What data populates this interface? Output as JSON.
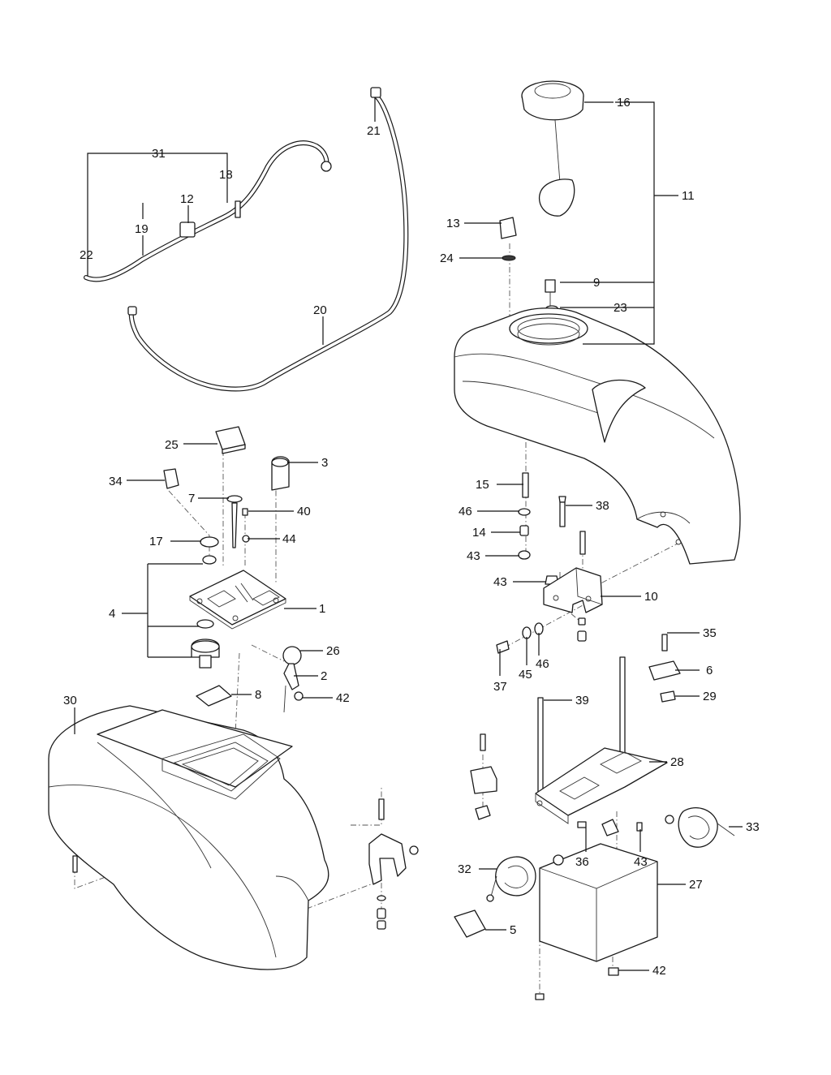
{
  "callouts": {
    "c1": "1",
    "c2": "2",
    "c3": "3",
    "c4": "4",
    "c5": "5",
    "c6": "6",
    "c7": "7",
    "c8": "8",
    "c9": "9",
    "c10": "10",
    "c11": "11",
    "c12": "12",
    "c13": "13",
    "c14": "14",
    "c15": "15",
    "c16": "16",
    "c17": "17",
    "c18": "18",
    "c19": "19",
    "c20": "20",
    "c21": "21",
    "c22": "22",
    "c23": "23",
    "c24": "24",
    "c25": "25",
    "c26": "26",
    "c27": "27",
    "c28": "28",
    "c29": "29",
    "c30": "30",
    "c31": "31",
    "c32": "32",
    "c33": "33",
    "c34": "34",
    "c35": "35",
    "c36": "36",
    "c37": "37",
    "c38": "38",
    "c39": "39",
    "c40": "40",
    "c42a": "42",
    "c42b": "42",
    "c43a": "43",
    "c43b": "43",
    "c43c": "43",
    "c44": "44",
    "c45": "45",
    "c46a": "46",
    "c46b": "46"
  },
  "colors": {
    "line": "#1a1a1a",
    "background": "#ffffff"
  }
}
